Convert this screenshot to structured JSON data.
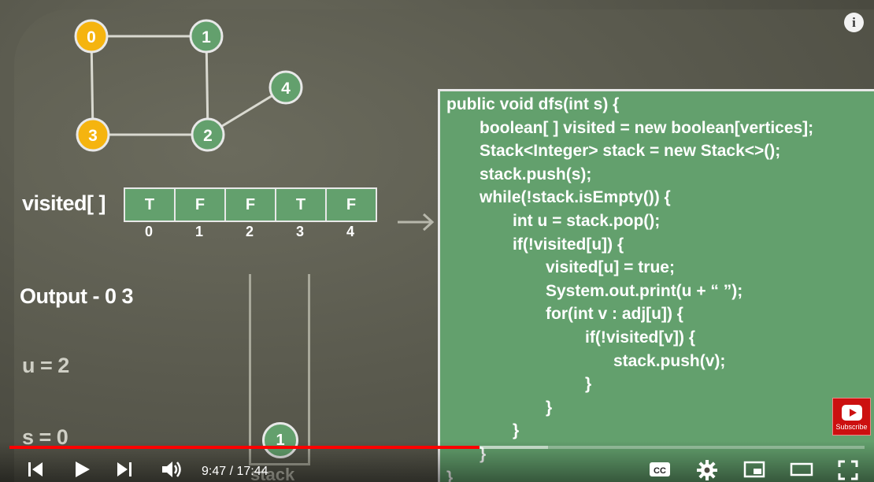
{
  "graph": {
    "nodes": [
      {
        "label": "0",
        "state": "visited"
      },
      {
        "label": "1",
        "state": "unvisited"
      },
      {
        "label": "4",
        "state": "unvisited"
      },
      {
        "label": "3",
        "state": "visited"
      },
      {
        "label": "2",
        "state": "unvisited"
      }
    ],
    "colors": {
      "visited": "#f5b40f",
      "unvisited": "#63a06d",
      "edge": "#d9d9d0",
      "node_border": "#e8e8e8"
    }
  },
  "visited_array": {
    "label": "visited[ ]",
    "values": [
      "T",
      "F",
      "F",
      "T",
      "F"
    ],
    "indices": [
      "0",
      "1",
      "2",
      "3",
      "4"
    ]
  },
  "output_text": "Output - 0 3",
  "u_text": "u = 2",
  "s_text": "s = 0",
  "stack": {
    "items": [
      "1"
    ],
    "label": "stack"
  },
  "code": {
    "lines": [
      {
        "text": "public void dfs(int s) {",
        "indent": 0
      },
      {
        "text": "boolean[ ] visited = new boolean[vertices];",
        "indent": 1
      },
      {
        "text": "Stack<Integer> stack = new Stack<>();",
        "indent": 1
      },
      {
        "text": "stack.push(s);",
        "indent": 1
      },
      {
        "text": "while(!stack.isEmpty()) {",
        "indent": 1
      },
      {
        "text": "int u = stack.pop();",
        "indent": 2
      },
      {
        "text": "if(!visited[u]) {",
        "indent": 2
      },
      {
        "text": "visited[u] = true;",
        "indent": 3
      },
      {
        "text": "System.out.print(u + “ ”);",
        "indent": 3
      },
      {
        "text": "for(int v : adj[u]) {",
        "indent": 3
      },
      {
        "text": "if(!visited[v]) {",
        "indent": 4
      },
      {
        "text": "stack.push(v);",
        "indent": 5
      },
      {
        "text": "}",
        "indent": 4
      },
      {
        "text": "}",
        "indent": 3
      },
      {
        "text": "}",
        "indent": 2
      },
      {
        "text": "}",
        "indent": 1
      },
      {
        "text": "}",
        "indent": 0
      }
    ]
  },
  "overlay": {
    "info_glyph": "i",
    "subscribe_label": "Subscribe"
  },
  "player": {
    "current_time": "9:47",
    "duration": "17:44",
    "time_text": "9:47 / 17:44",
    "progress": 0.55,
    "buffered": 0.63,
    "icons": [
      "skip-previous-icon",
      "play-icon",
      "skip-next-icon",
      "volume-icon",
      "captions-icon",
      "settings-gear-icon",
      "miniplayer-icon",
      "theater-mode-icon",
      "fullscreen-icon"
    ],
    "cc_label": "CC"
  }
}
